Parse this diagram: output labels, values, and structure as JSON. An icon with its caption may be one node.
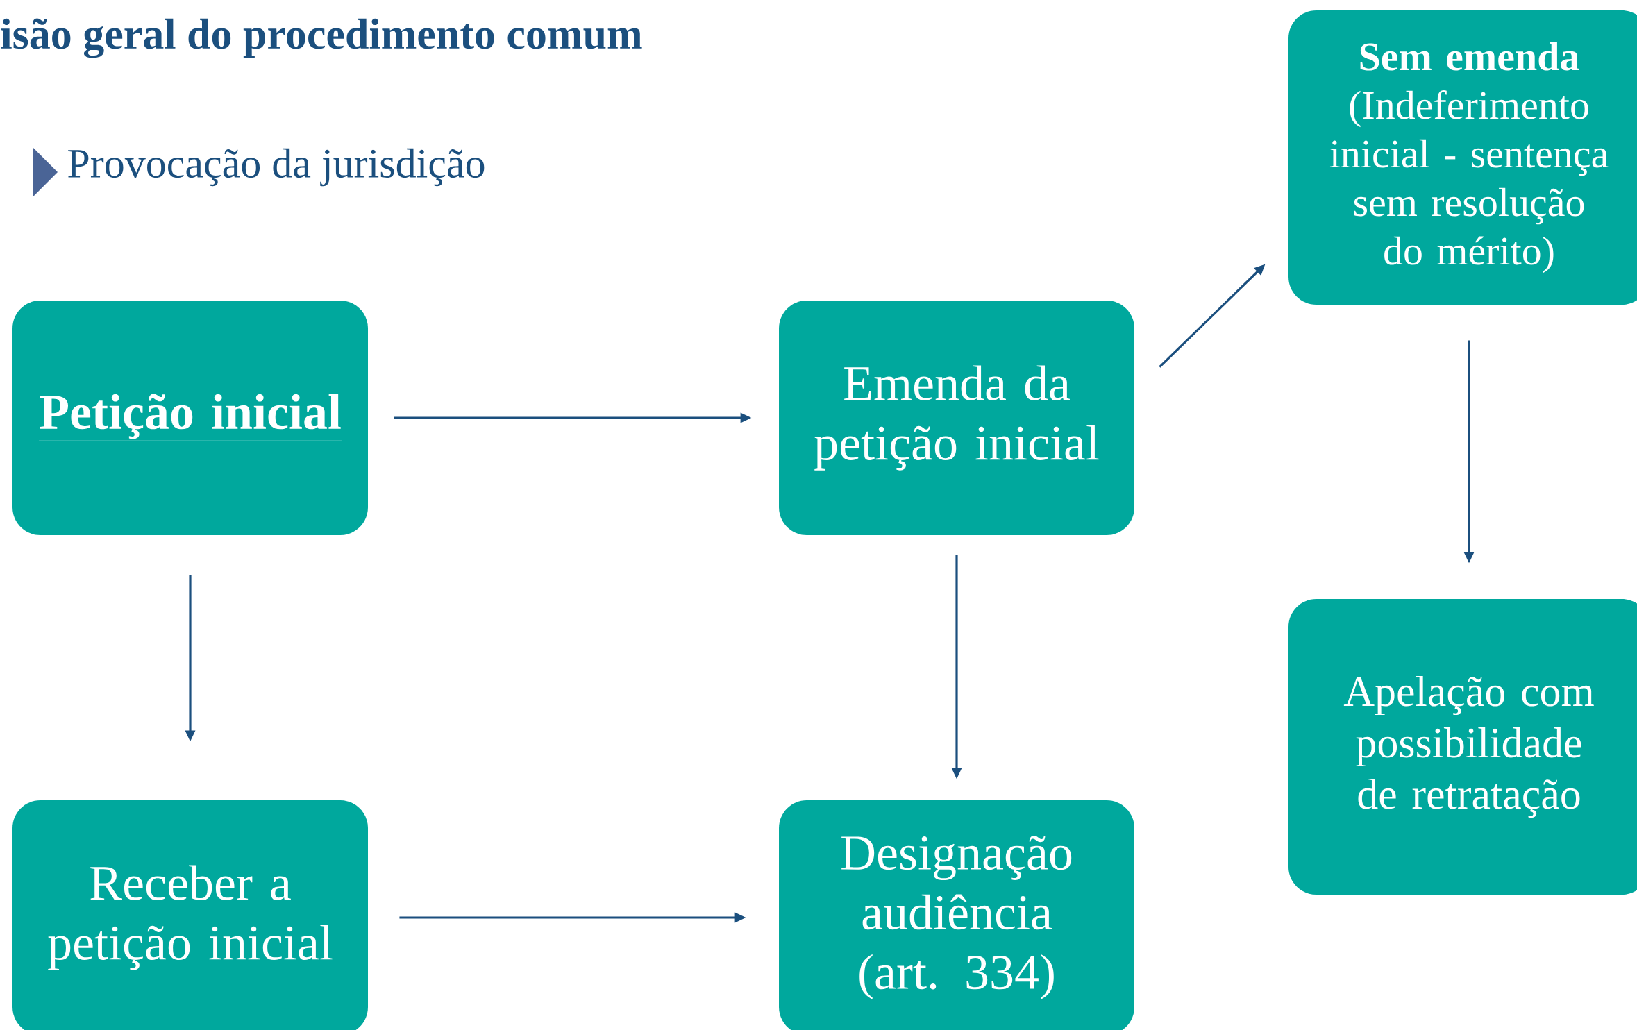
{
  "diagram": {
    "title": "isão geral do procedimento comum",
    "nodes": [
      {
        "text": [
          "Petição inicial"
        ]
      },
      {
        "text": [
          "Emenda da petição inicial"
        ]
      },
      {
        "text": [
          "Sem emenda",
          "(Indeferimento inicial - sentença sem resolução do mérito)"
        ]
      },
      {
        "text": [
          "Apelação com possibilidade de retratação"
        ]
      },
      {
        "text": [
          "Receber a petição inicial"
        ]
      },
      {
        "text": [
          "Designação audiência (art. 334)"
        ]
      }
    ],
    "edges": [
      {
        "from": 0,
        "to": 1,
        "arrow": "to"
      },
      {
        "from": 0,
        "to": 4,
        "arrow": "to"
      },
      {
        "from": 1,
        "to": 5,
        "arrow": "to"
      },
      {
        "from": 4,
        "to": 5,
        "arrow": "to"
      },
      {
        "from": 1,
        "to": 2,
        "arrow": "to"
      },
      {
        "from": 2,
        "to": 3,
        "arrow": "to"
      }
    ],
    "labels": [
      "Provocação da jurisdição"
    ]
  }
}
